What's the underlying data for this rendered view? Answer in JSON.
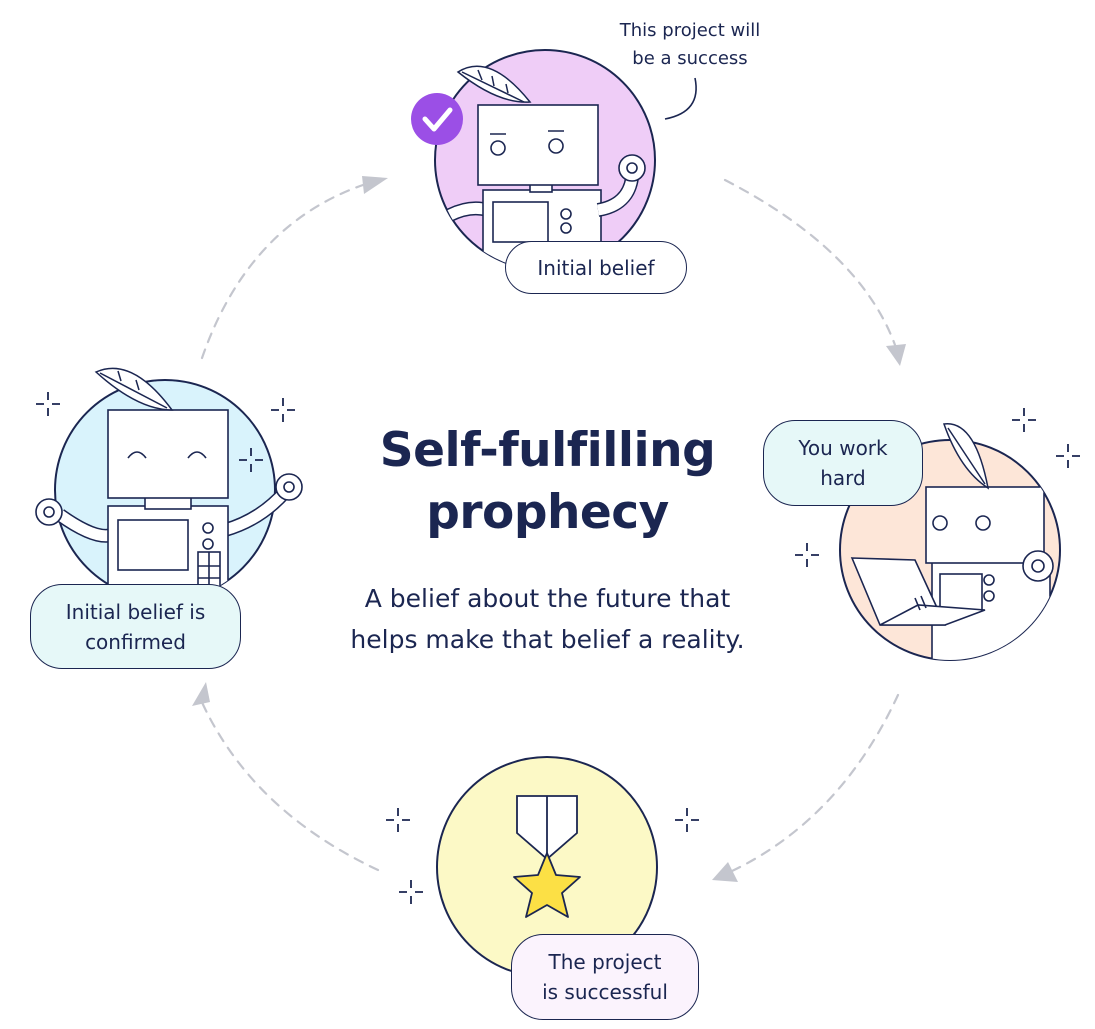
{
  "title_line1": "Self-fulfilling",
  "title_line2": "prophecy",
  "subtitle_line1": "A belief about the future that",
  "subtitle_line2": "helps make that belief a reality.",
  "speech": {
    "line1": "This project will",
    "line2": "be a success"
  },
  "steps": {
    "initial_belief": {
      "label": "Initial belief",
      "circle_color": "#efcdf7"
    },
    "work_hard": {
      "line1": "You work",
      "line2": "hard",
      "circle_color": "#fde6d8"
    },
    "successful": {
      "line1": "The project",
      "line2": "is successful",
      "circle_color": "#fcf9c6"
    },
    "confirmed": {
      "line1": "Initial belief is",
      "line2": "confirmed",
      "circle_color": "#d9f3fc"
    }
  },
  "colors": {
    "ink": "#1b2651",
    "check_badge": "#9b4fe6",
    "medal_star": "#fce045",
    "arrow": "#c4c6ce",
    "pill_mint": "#e6f8f8",
    "pill_lavender": "#fbf3fd"
  },
  "icons": [
    "check-badge-icon",
    "feather-icon",
    "robot-icon",
    "laptop-icon",
    "medal-icon",
    "sparkle-icon",
    "arrow-icon"
  ]
}
